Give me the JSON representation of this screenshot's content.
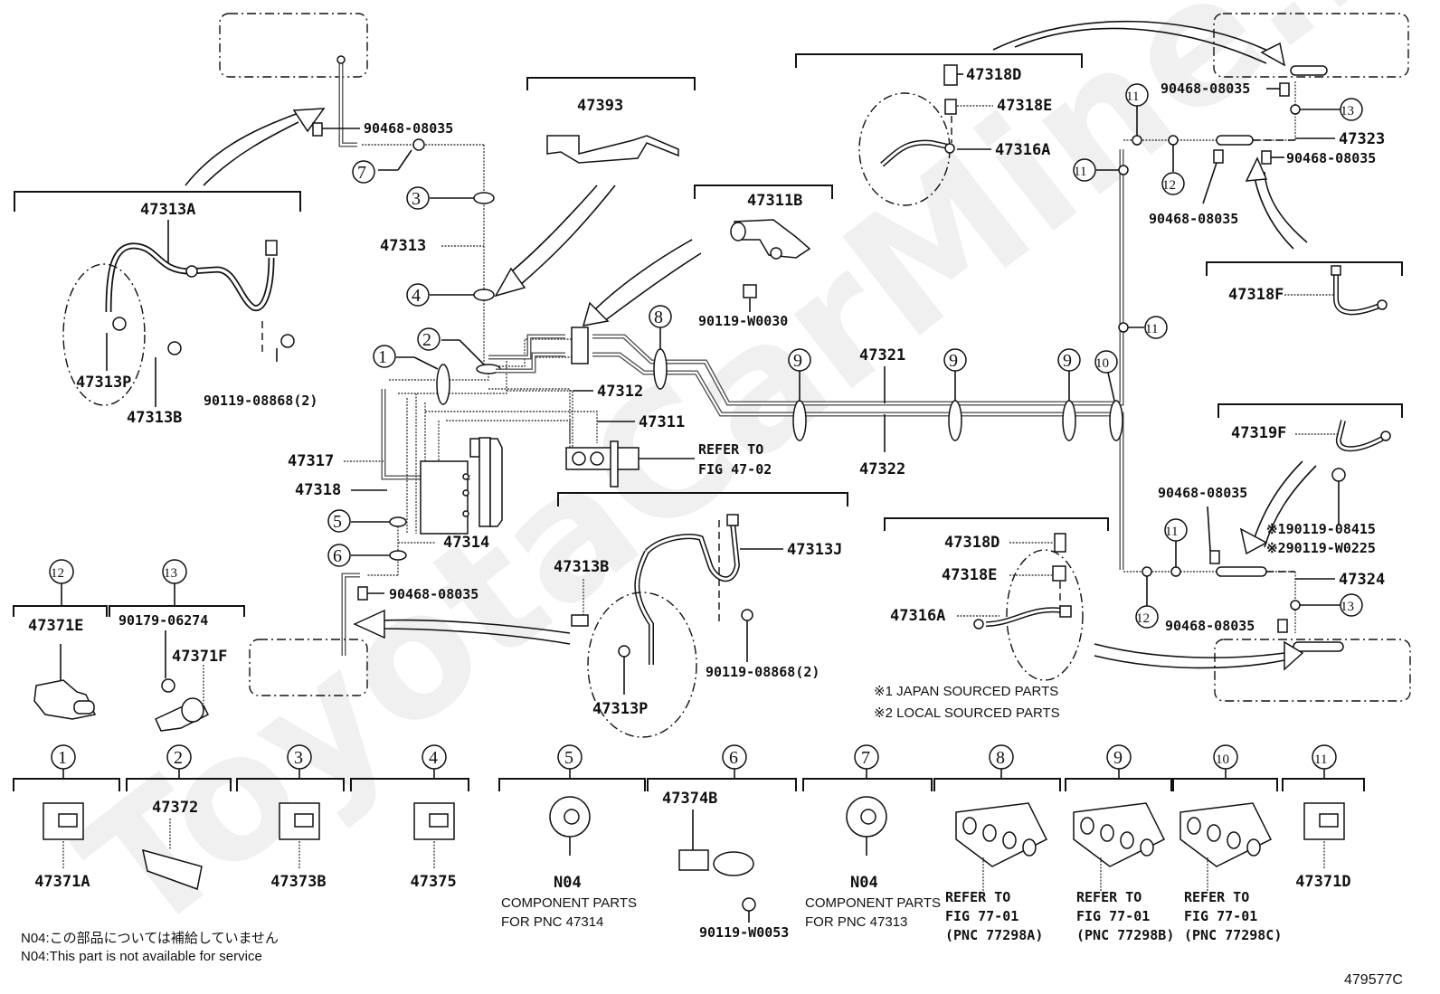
{
  "diagram": {
    "figure_id": "479577C",
    "watermark": "ToyotaCarMine.ru",
    "callouts": [
      "1",
      "2",
      "3",
      "4",
      "5",
      "6",
      "7",
      "8",
      "9",
      "10",
      "11",
      "12",
      "13"
    ],
    "labels": {
      "p47313A": "47313A",
      "p47313P_top": "47313P",
      "p47313B_top": "47313B",
      "p90119_08868_top": "90119-08868(2)",
      "p90468_tl": "90468-08035",
      "p47313": "47313",
      "p47393": "47393",
      "p47311B": "47311B",
      "p90119_W0030": "90119-W0030",
      "p47312": "47312",
      "p47311": "47311",
      "refer_to": "REFER TO",
      "fig_47_02": "FIG 47-02",
      "p47317": "47317",
      "p47318": "47318",
      "p47314": "47314",
      "p90468_ml": "90468-08035",
      "p47321": "47321",
      "p47322": "47322",
      "p47318D_top": "47318D",
      "p47318E_top": "47318E",
      "p47316A_top": "47316A",
      "p90468_tr1": "90468-08035",
      "p47323": "47323",
      "p90468_tr2": "90468-08035",
      "p90468_tr3": "90468-08035",
      "p47318F": "47318F",
      "p47319F": "47319F",
      "p90468_r": "90468-08035",
      "p90119_08415": "※190119-08415",
      "p90119_W0225": "※290119-W0225",
      "p47324": "47324",
      "p90468_br": "90468-08035",
      "p47313B_mid": "47313B",
      "p47313J": "47313J",
      "p90119_08868_mid": "90119-08868(2)",
      "p47313P_mid": "47313P",
      "p47318D_mid": "47318D",
      "p47318E_mid": "47318E",
      "p47316A_mid": "47316A",
      "note_japan": "※1 JAPAN SOURCED PARTS",
      "note_local": "※2 LOCAL SOURCED PARTS",
      "p47371E": "47371E",
      "p90179_06274": "90179-06274",
      "p47371F": "47371F"
    },
    "legend_items": [
      {
        "callout": "1",
        "lines": [
          "47371A"
        ]
      },
      {
        "callout": "2",
        "lines": [
          "47372"
        ]
      },
      {
        "callout": "3",
        "lines": [
          "47373B"
        ]
      },
      {
        "callout": "4",
        "lines": [
          "47375"
        ]
      },
      {
        "callout": "5",
        "lines": [
          "N04",
          "COMPONENT PARTS",
          "FOR PNC 47314"
        ]
      },
      {
        "callout": "6",
        "lines": [
          "47374B",
          "90119-W0053"
        ]
      },
      {
        "callout": "7",
        "lines": [
          "N04",
          "COMPONENT PARTS",
          "FOR PNC 47313"
        ]
      },
      {
        "callout": "8",
        "lines": [
          "REFER TO",
          "FIG 77-01",
          "(PNC 77298A)"
        ]
      },
      {
        "callout": "9",
        "lines": [
          "REFER TO",
          "FIG 77-01",
          "(PNC 77298B)"
        ]
      },
      {
        "callout": "10",
        "lines": [
          "REFER TO",
          "FIG 77-01",
          "(PNC 77298C)"
        ]
      },
      {
        "callout": "11",
        "lines": [
          "47371D"
        ]
      }
    ],
    "footnotes": [
      "N04:この部品については補給していません",
      "N04:This part is not available for service"
    ]
  }
}
